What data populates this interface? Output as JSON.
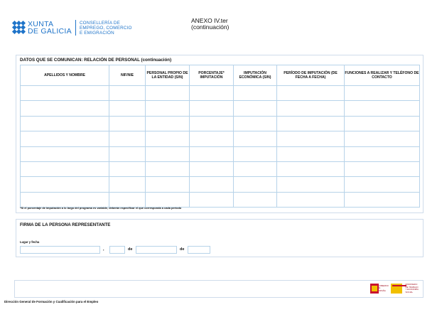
{
  "header": {
    "logo_line1": "XUNTA",
    "logo_line2": "DE GALICIA",
    "department_lines": [
      "CONSELLERÍA DE",
      "EMPREGO, COMERCIO",
      "E EMIGRACIÓN"
    ],
    "annex_title": "ANEXO IV.ter",
    "annex_subtitle": "(continuación)"
  },
  "data_section": {
    "title": "DATOS QUE SE COMUNICAN: RELACIÓN DE PERSONAL (continuación)",
    "columns": [
      "APELLIDOS Y NOMBRE",
      "NIF/NIE",
      "PERSONAL PROPIO DE LA ENTIDAD (S/N)",
      "PORCENTAJE* IMPUTACIÓN",
      "IMPUTACIÓN ECONÓMICA (S/N)",
      "PERÍODO DE IMPUTACIÓN (DE FECHA A FECHA)",
      "FUNCIONES A REALIZAR Y TELÉFONO DE CONTACTO"
    ],
    "row_count": 8,
    "footnote": "*Si el porcentaje de imputación a lo largo del programa es variable, deberán especificar el que corresponda a cada período"
  },
  "signature_section": {
    "title": "FIRMA DE LA PERSONA REPRESENTANTE",
    "place_date_label": "Lugar y fecha",
    "comma": ",",
    "de_1": "de",
    "de_2": "de"
  },
  "footer": {
    "ministry_lines": [
      "GOBIERNO",
      "DE ESPAÑA"
    ],
    "ministry_sub_lines": [
      "MINISTERIO",
      "DE TRABAJO",
      "Y ECONOMÍA SOCIAL"
    ],
    "agency": "Dirección General de Formación y Cualificación para el Empleo"
  },
  "colors": {
    "brand_blue": "#1f74c9",
    "table_border": "#b7d3e9",
    "panel_border": "#cfdceb"
  }
}
